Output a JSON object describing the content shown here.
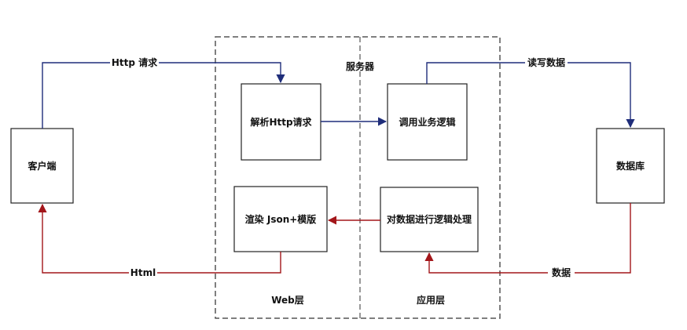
{
  "server": {
    "title": "服务器"
  },
  "zones": {
    "web": "Web层",
    "app": "应用层"
  },
  "nodes": {
    "client": "客户端",
    "parse_http": "解析Http请求",
    "call_logic": "调用业务逻辑",
    "database": "数据库",
    "render": "渲染 Json+模版",
    "process": "对数据进行逻辑处理"
  },
  "edges": {
    "http_request": "Http 请求",
    "read_write": "读写数据",
    "html": "Html",
    "data": "数据"
  },
  "colors": {
    "request": "#1f2d7a",
    "response": "#a3161a",
    "border": "#222222",
    "dashed": "#555555"
  }
}
